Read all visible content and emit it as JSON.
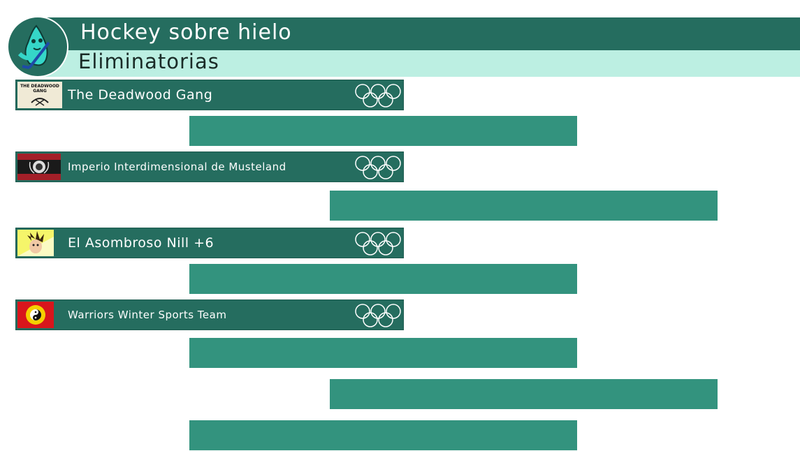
{
  "header": {
    "title": "Hockey sobre hielo",
    "subtitle": "Eliminatorias",
    "logo_icon": "ice-hockey-mascot-icon"
  },
  "teams": [
    {
      "name": "The Deadwood Gang",
      "flag_icon": "deadwood-gang-flag",
      "flag_text": "THE DEADWOOD GANG"
    },
    {
      "name": "Imperio Interdimensional de Musteland",
      "flag_icon": "musteland-flag"
    },
    {
      "name": "El Asombroso Nill +6",
      "flag_icon": "nill-flag"
    },
    {
      "name": "Warriors Winter Sports Team",
      "flag_icon": "warriors-flag"
    }
  ],
  "rings_icon": "olympic-rings-icon",
  "colors": {
    "dark_green": "#256d5f",
    "mint": "#bcefe2",
    "bar_green": "#33937e"
  }
}
